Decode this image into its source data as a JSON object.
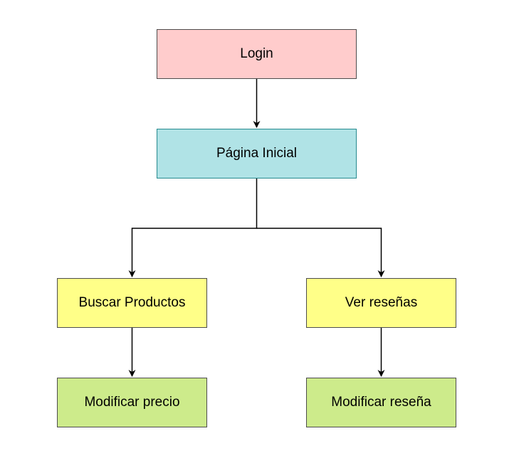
{
  "diagram": {
    "nodes": {
      "login": {
        "label": "Login",
        "color": "#ffcccc"
      },
      "inicio": {
        "label": "Página Inicial",
        "color": "#b0e3e6"
      },
      "buscar": {
        "label": "Buscar Productos",
        "color": "#ffff88"
      },
      "resenas": {
        "label": "Ver reseñas",
        "color": "#ffff88"
      },
      "precio": {
        "label": "Modificar precio",
        "color": "#cdeb8b"
      },
      "resena": {
        "label": "Modificar reseña",
        "color": "#cdeb8b"
      }
    },
    "edges": [
      {
        "from": "login",
        "to": "inicio"
      },
      {
        "from": "inicio",
        "to": "buscar"
      },
      {
        "from": "inicio",
        "to": "resenas"
      },
      {
        "from": "buscar",
        "to": "precio"
      },
      {
        "from": "resenas",
        "to": "resena"
      }
    ],
    "line_color": "#000000"
  }
}
